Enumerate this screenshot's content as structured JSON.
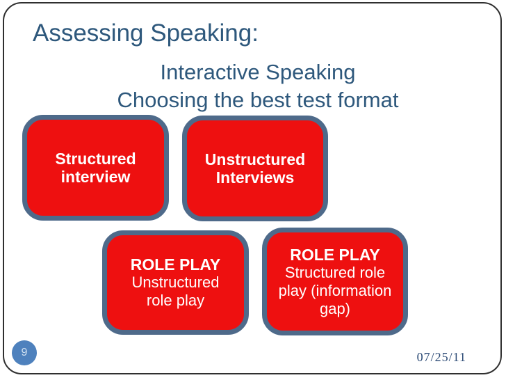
{
  "slide": {
    "title": "Assessing Speaking:",
    "subtitle": {
      "line1": "Interactive Speaking",
      "line2": "Choosing the best test format"
    },
    "boxes": {
      "structured_interview": {
        "line1": "Structured",
        "line2": "interview"
      },
      "unstructured_interviews": {
        "line1": "Unstructured",
        "line2": "Interviews"
      },
      "role_play_unstructured": {
        "header": "ROLE PLAY",
        "line1": "Unstructured",
        "line2": "role play"
      },
      "role_play_structured": {
        "header": "ROLE PLAY",
        "line1": "Structured role",
        "line2": "play (information",
        "line3": "gap)"
      }
    },
    "footer": {
      "page_number": "9",
      "date": "07/25/11"
    }
  },
  "colors": {
    "accent-red": "#ee1010",
    "box-border": "#4e6a8a",
    "heading-blue": "#2e587c",
    "page-circle-blue": "#4e81bd",
    "date-navy": "#2b4a75",
    "slide-border": "#2f2f2f"
  }
}
